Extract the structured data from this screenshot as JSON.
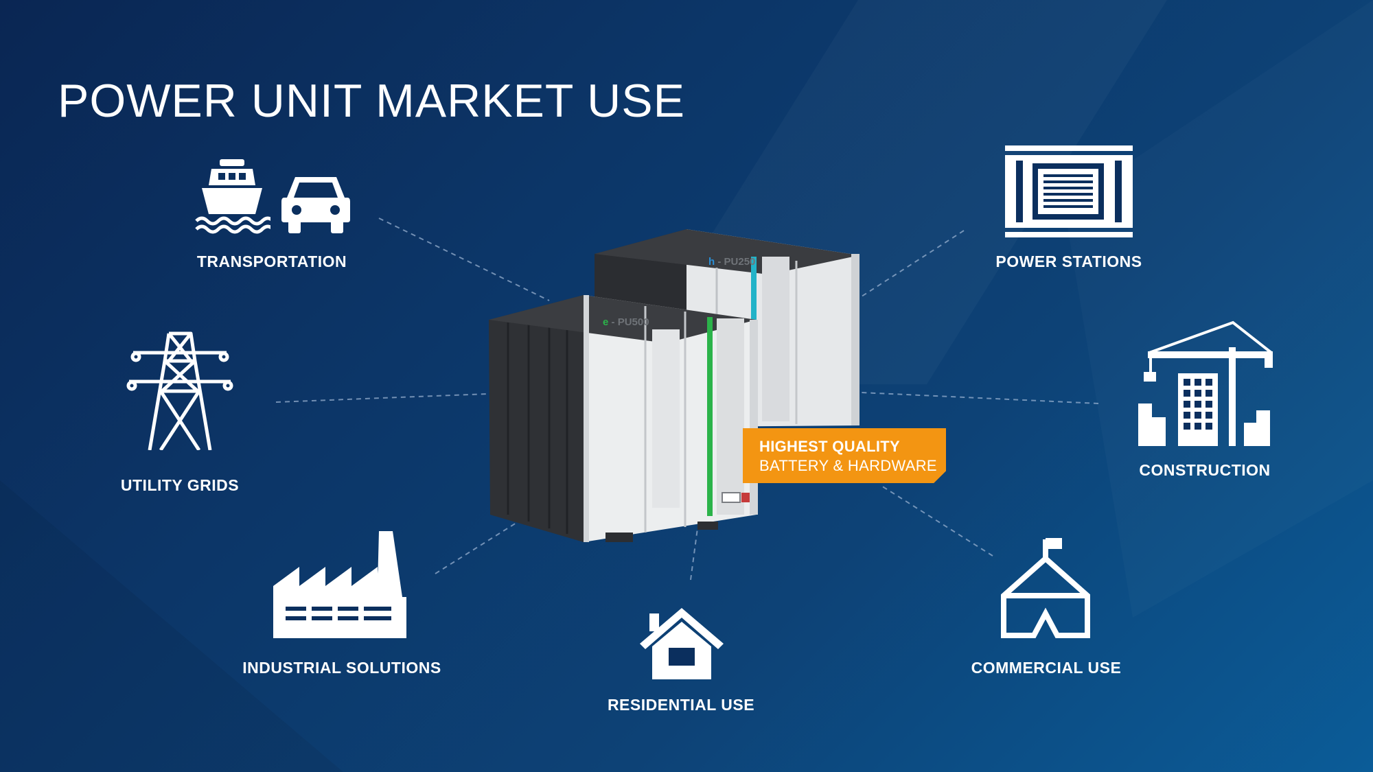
{
  "title": "POWER UNIT MARKET USE",
  "categories": {
    "transportation": "TRANSPORTATION",
    "power_stations": "POWER STATIONS",
    "utility_grids": "UTILITY GRIDS",
    "construction": "CONSTRUCTION",
    "industrial_solutions": "INDUSTRIAL SOLUTIONS",
    "residential_use": "RESIDENTIAL USE",
    "commercial_use": "COMMERCIAL USE"
  },
  "products": {
    "front_model": "PU500",
    "front_prefix": "e",
    "back_model": "PU250",
    "back_prefix": "h"
  },
  "badge": {
    "line1": "HIGHEST QUALITY",
    "line2": "BATTERY & HARDWARE"
  },
  "icons": {
    "transportation": [
      "ship-icon",
      "car-icon"
    ],
    "power_stations": "power-station-icon",
    "utility_grids": "power-tower-icon",
    "construction": "crane-building-icon",
    "industrial_solutions": "factory-icon",
    "residential_use": "house-icon",
    "commercial_use": "tent-icon"
  },
  "colors": {
    "badge": "#f39512",
    "background": "#0c3668",
    "front_stripe": "#2bb34a",
    "back_stripe": "#22b3c8",
    "front_prefix": "#2bb34a",
    "back_prefix": "#2a8fd6"
  }
}
